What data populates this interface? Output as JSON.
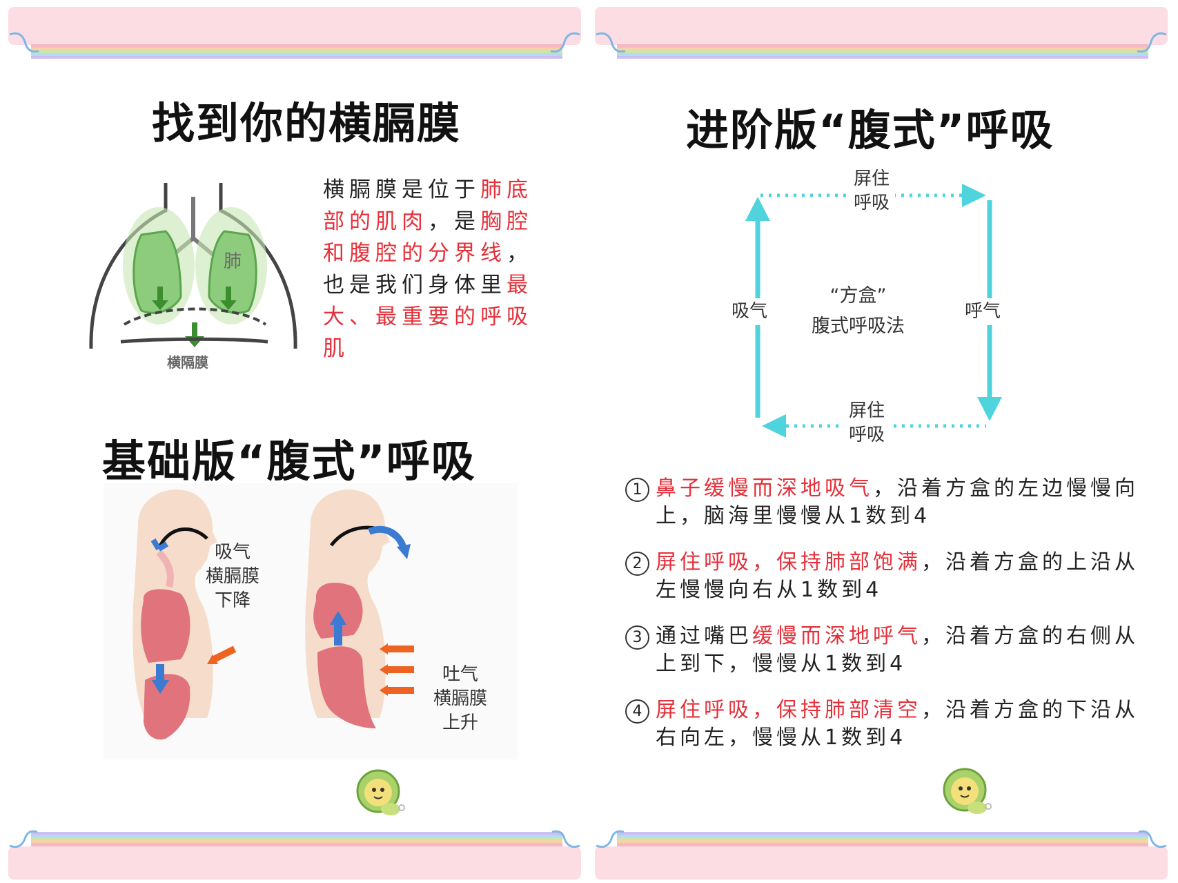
{
  "left": {
    "title": "找到你的横膈膜",
    "diagram": {
      "lung_label": "肺",
      "diaphragm_label": "横隔膜"
    },
    "definition": [
      {
        "text": "横膈膜是位于",
        "red": false
      },
      {
        "text": "肺底部的肌肉",
        "red": true
      },
      {
        "text": "，是",
        "red": false
      },
      {
        "text": "胸腔和腹腔的分界线",
        "red": true
      },
      {
        "text": "，也是我们身体里",
        "red": false
      },
      {
        "text": "最大、最重要的呼吸肌",
        "red": true
      }
    ],
    "basic_title": "基础版“腹式”呼吸",
    "inhale_label": [
      "吸气",
      "横膈膜",
      "下降"
    ],
    "exhale_label": [
      "吐气",
      "横膈膜",
      "上升"
    ]
  },
  "right": {
    "title": "进阶版“腹式”呼吸",
    "box": {
      "top_label": [
        "屏住",
        "呼吸"
      ],
      "bottom_label": [
        "屏住",
        "呼吸"
      ],
      "left_label": "吸气",
      "right_label": "呼气",
      "center_label": [
        "“方盒”",
        "腹式呼吸法"
      ]
    },
    "steps": [
      {
        "num": "1",
        "parts": [
          {
            "text": "鼻子缓慢而深地吸气",
            "red": true
          },
          {
            "text": "，沿着方盒的左边慢慢向上，脑海里慢慢从1数到4",
            "red": false
          }
        ]
      },
      {
        "num": "2",
        "parts": [
          {
            "text": "屏住呼吸，保持肺部饱满",
            "red": true
          },
          {
            "text": "，沿着方盒的上沿从左慢慢向右从1数到4",
            "red": false
          }
        ]
      },
      {
        "num": "3",
        "parts": [
          {
            "text": "通过嘴巴",
            "red": false
          },
          {
            "text": "缓慢而深地呼气",
            "red": true
          },
          {
            "text": "，沿着方盒的右侧从上到下，慢慢从1数到4",
            "red": false
          }
        ]
      },
      {
        "num": "4",
        "parts": [
          {
            "text": "屏住呼吸，保持肺部清空",
            "red": true
          },
          {
            "text": "，沿着方盒的下沿从右向左，慢慢从1数到4",
            "red": false
          }
        ]
      }
    ]
  },
  "colors": {
    "pink": "#fcdde4",
    "red_text": "#e5303a",
    "cyan_arrow": "#4fd3dd",
    "lung_green": "#8ccc7c",
    "body_pink": "#e0737c"
  }
}
